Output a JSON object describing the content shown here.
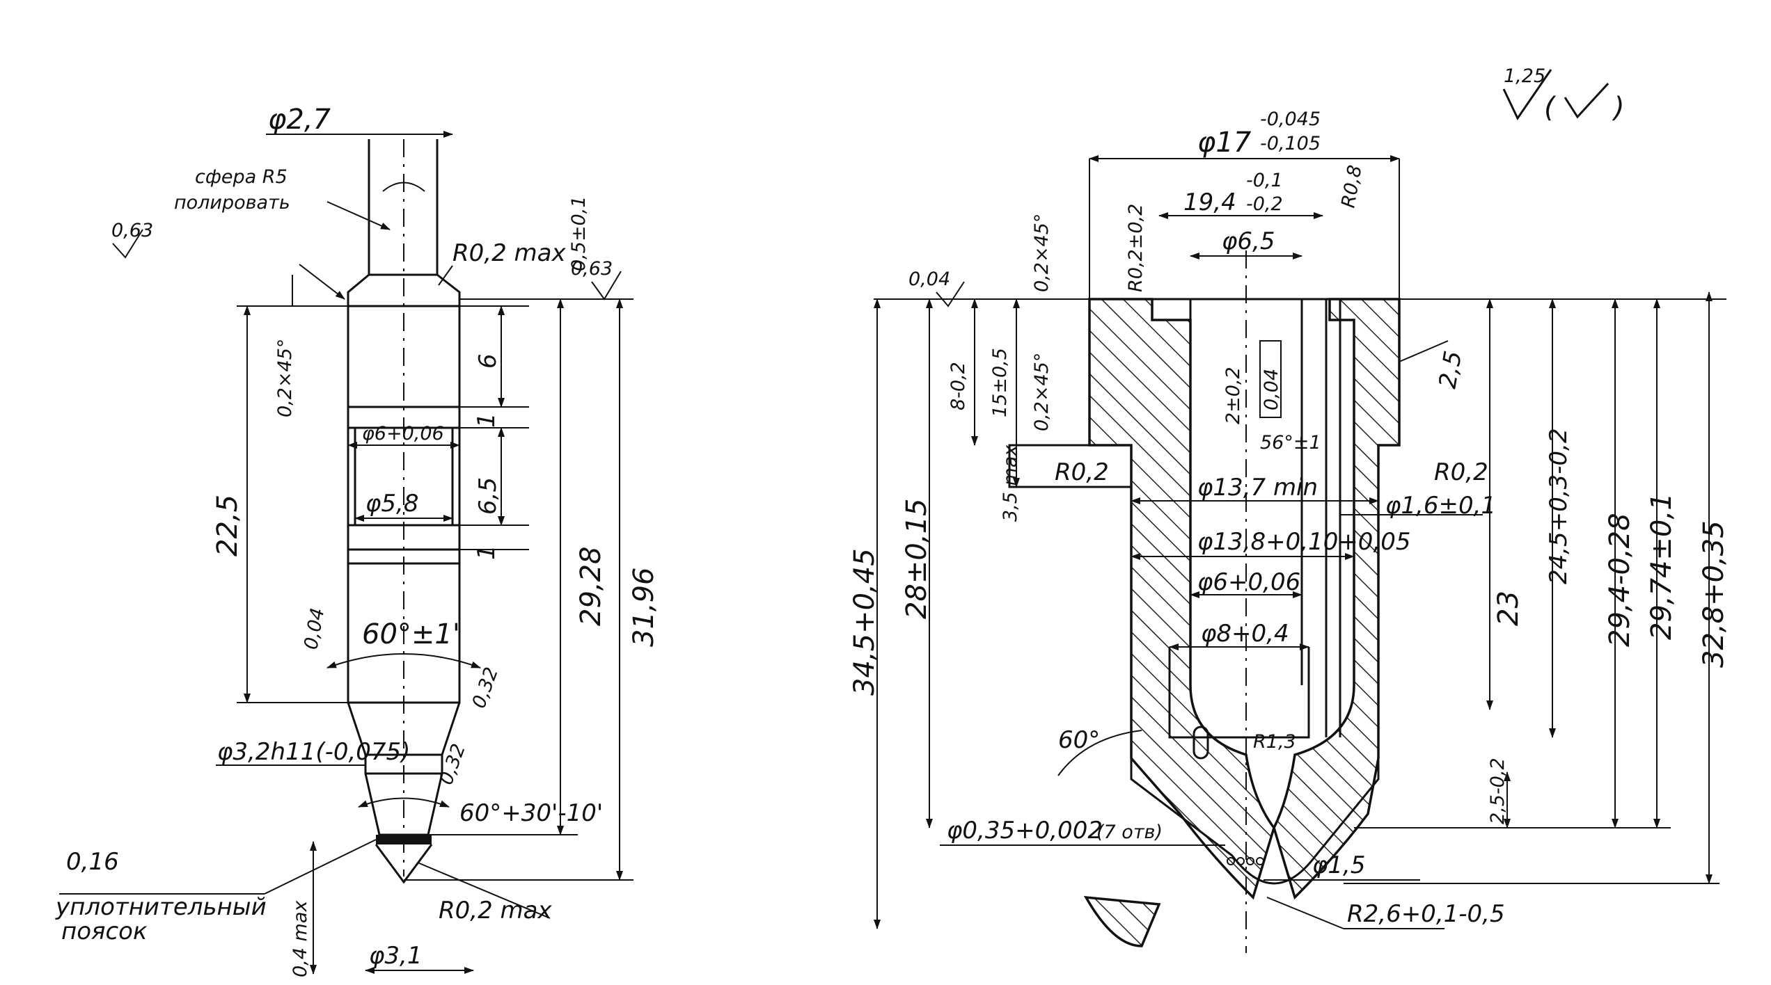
{
  "drawing": {
    "roughness": {
      "top": "1,25",
      "parens": "(",
      "parens_close": ")"
    },
    "left_part": {
      "d27": "φ2,7",
      "sphere_1": "сфера R5",
      "sphere_2": "полировать",
      "r063_a": "0,63",
      "r02max_top": "R0,2 max",
      "dim_05": "0,5±0,1",
      "r063_b": "0,63",
      "chamfer": "0,2×45°",
      "d6": "6",
      "d1a": "1",
      "d6tol": "φ6+0,06",
      "d65": "6,5",
      "d58": "φ5,8",
      "d1b": "1",
      "d225": "22,5",
      "d2928": "29,28",
      "d3196": "31,96",
      "tol004": "0,04",
      "ang60a": "60°±1'",
      "r032a": "0,32",
      "d32h11": "φ3,2h11(-0,075)",
      "r032b": "0,32",
      "ang60b": "60°+30'-10'",
      "r016": "0,16",
      "belt_1": "уплотнительный",
      "belt_2": "поясок",
      "r02max_bot": "R0,2 max",
      "len04": "0,4 max",
      "d31": "φ3,1"
    },
    "right_part": {
      "d17": "φ17",
      "d17tol_u": "-0,045",
      "d17tol_l": "-0,105",
      "d194": "19,4",
      "d194tol_u": "-0,1",
      "d194tol_l": "-0,2",
      "d65": "φ6,5",
      "r02a": "R0,2±0,2",
      "ch_top": "0,2×45°",
      "r063top": "R0,8",
      "r004": "0,04",
      "d25": "2,5",
      "d8": "8-0,2",
      "d15": "15±0,5",
      "ch_mid": "0,2×45°",
      "d2": "2±0,2",
      "tol_box": "0,04",
      "ang56": "56°±1",
      "d35max": "3,5 max",
      "r024": "R0,2",
      "d137": "φ13,7 min",
      "r02b": "R0,2",
      "d16": "φ1,6±0,1",
      "d138": "φ13,8+0,10+0,05",
      "d6": "φ6+0,06",
      "d8b": "φ8+0,4",
      "ang60": "60°",
      "r13": "R1,3",
      "d035": "φ0,35+0,002",
      "d035note": "(7 отв)",
      "d15h": "φ1,5",
      "r26": "R2,6+0,1-0,5",
      "d345": "34,5+0,45",
      "d28": "28±0,15",
      "d23": "23",
      "d245": "24,5+0,3-0,2",
      "d294": "29,4-0,28",
      "d2974": "29,74±0,1",
      "d328": "32,8+0,35",
      "d25b": "2,5-0,2"
    }
  }
}
